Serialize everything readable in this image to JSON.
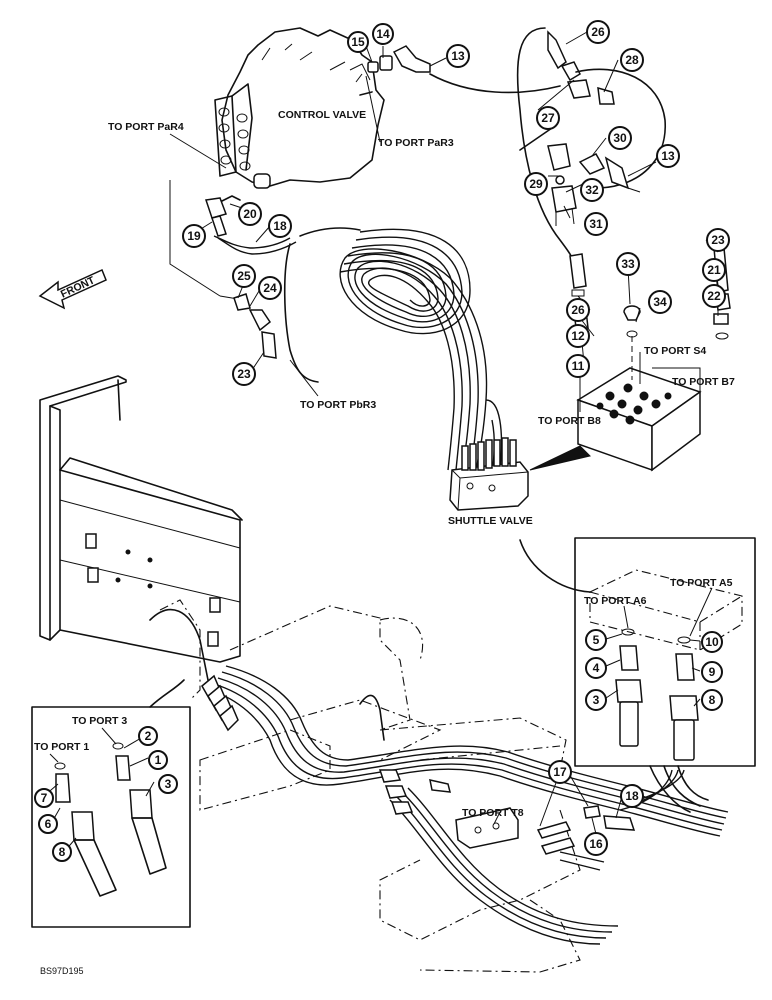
{
  "labels": {
    "control_valve": "CONTROL VALVE",
    "to_port_par4": "TO PORT PaR4",
    "to_port_par3": "TO PORT PaR3",
    "front": "FRONT",
    "to_port_pbr3": "TO PORT PbR3",
    "to_port_s4": "TO PORT S4",
    "to_port_b7": "TO PORT B7",
    "to_port_b8": "TO PORT B8",
    "shuttle_valve": "SHUTTLE VALVE",
    "to_port_a5": "TO PORT A5",
    "to_port_a6": "TO PORT A6",
    "to_port_3": "TO PORT 3",
    "to_port_1": "TO PORT 1",
    "to_port_t8": "TO PORT T8",
    "drawing_code": "BS97D195"
  },
  "callouts": [
    "15",
    "14",
    "13",
    "26",
    "28",
    "27",
    "30",
    "13",
    "29",
    "32",
    "31",
    "20",
    "18",
    "19",
    "25",
    "24",
    "23",
    "33",
    "21",
    "22",
    "26",
    "34",
    "12",
    "11",
    "23",
    "5",
    "4",
    "3",
    "10",
    "9",
    "8",
    "17",
    "18",
    "16",
    "2",
    "1",
    "3",
    "7",
    "6",
    "8"
  ]
}
